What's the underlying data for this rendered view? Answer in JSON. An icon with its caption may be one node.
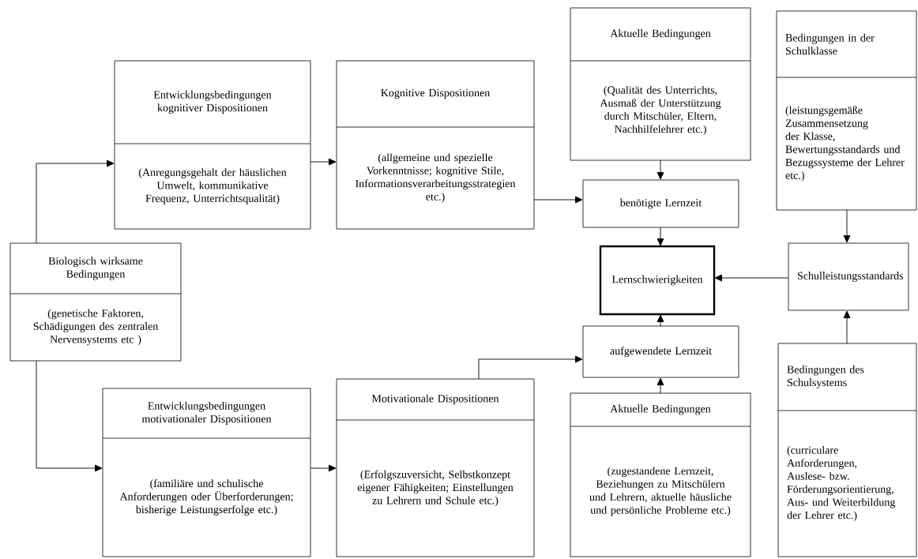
{
  "diagram": {
    "nodes": [
      {
        "text": [
          "Entwicklungsbedingungen kognitiver Dispositionen",
          "(Anregungsgehalt der häuslichen Umwelt, kommunikative Frequenz, Unterrichtsqualität)"
        ]
      },
      {
        "text": [
          "Kognitive Dispositionen",
          "(allgemeine und spezielle Vorkenntnisse; kognitive Stile, Informationsverarbeitungsstrategien etc.)"
        ]
      },
      {
        "text": [
          "Aktuelle Bedingungen",
          "(Qualität des Unterrichts, Ausmaß der Unterstützung durch Mitschüler, Eltern, Nachhilfelehrer etc.)"
        ]
      },
      {
        "text": [
          "Bedingungen in der Schulklasse",
          "(leistungsgemäße Zusammensetzung der Klasse, Bewertungsstandards und Bezugssysteme der Lehrer etc.)"
        ]
      },
      {
        "text": [
          "benötigte Lernzeit"
        ]
      },
      {
        "text": [
          "Biologisch wirksame Bedingungen",
          "(genetische Faktoren, Schädigungen des zentralen Nervensystems etc )"
        ]
      },
      {
        "text": [
          "Lernschwierigkeiten"
        ]
      },
      {
        "text": [
          "Schulleistungsstandards"
        ]
      },
      {
        "text": [
          "aufgewendete Lernzeit"
        ]
      },
      {
        "text": [
          "Bedingungen des Schulsystems",
          "(curriculare Anforderungen, Auslese- bzw. Förderungsorientierung, Aus- und Weiterbildung der Lehrer etc.)"
        ]
      },
      {
        "text": [
          "Entwicklungsbedingungen motivationaler Dispositionen",
          "(familiäre und schulische Anforderungen oder Überforderungen; bisherige Leistungserfolge etc.)"
        ]
      },
      {
        "text": [
          "Motivationale Dispositionen",
          "(Erfolgszuversicht, Selbstkonzept eigener Fähigkeiten; Einstellungen zu Lehrern und Schule etc.)"
        ]
      },
      {
        "text": [
          "Aktuelle Bedingungen",
          "(zugestandene Lernzeit, Beziehungen zu Mitschülern und Lehrern, aktuelle häusliche und persönliche Probleme etc.)"
        ]
      }
    ],
    "edges": [
      {
        "from": 5,
        "to": 0,
        "arrow": "to"
      },
      {
        "from": 5,
        "to": 10,
        "arrow": "to"
      },
      {
        "from": 0,
        "to": 1,
        "arrow": "to"
      },
      {
        "from": 1,
        "to": 4,
        "arrow": "to"
      },
      {
        "from": 2,
        "to": 4,
        "arrow": "to"
      },
      {
        "from": 4,
        "to": 6,
        "arrow": "to"
      },
      {
        "from": 3,
        "to": 7,
        "arrow": "to"
      },
      {
        "from": 7,
        "to": 6,
        "arrow": "to"
      },
      {
        "from": 8,
        "to": 6,
        "arrow": "to"
      },
      {
        "from": 12,
        "to": 8,
        "arrow": "to"
      },
      {
        "from": 9,
        "to": 7,
        "arrow": "to"
      },
      {
        "from": 10,
        "to": 11,
        "arrow": "to"
      },
      {
        "from": 11,
        "to": 8,
        "arrow": "to"
      }
    ]
  }
}
